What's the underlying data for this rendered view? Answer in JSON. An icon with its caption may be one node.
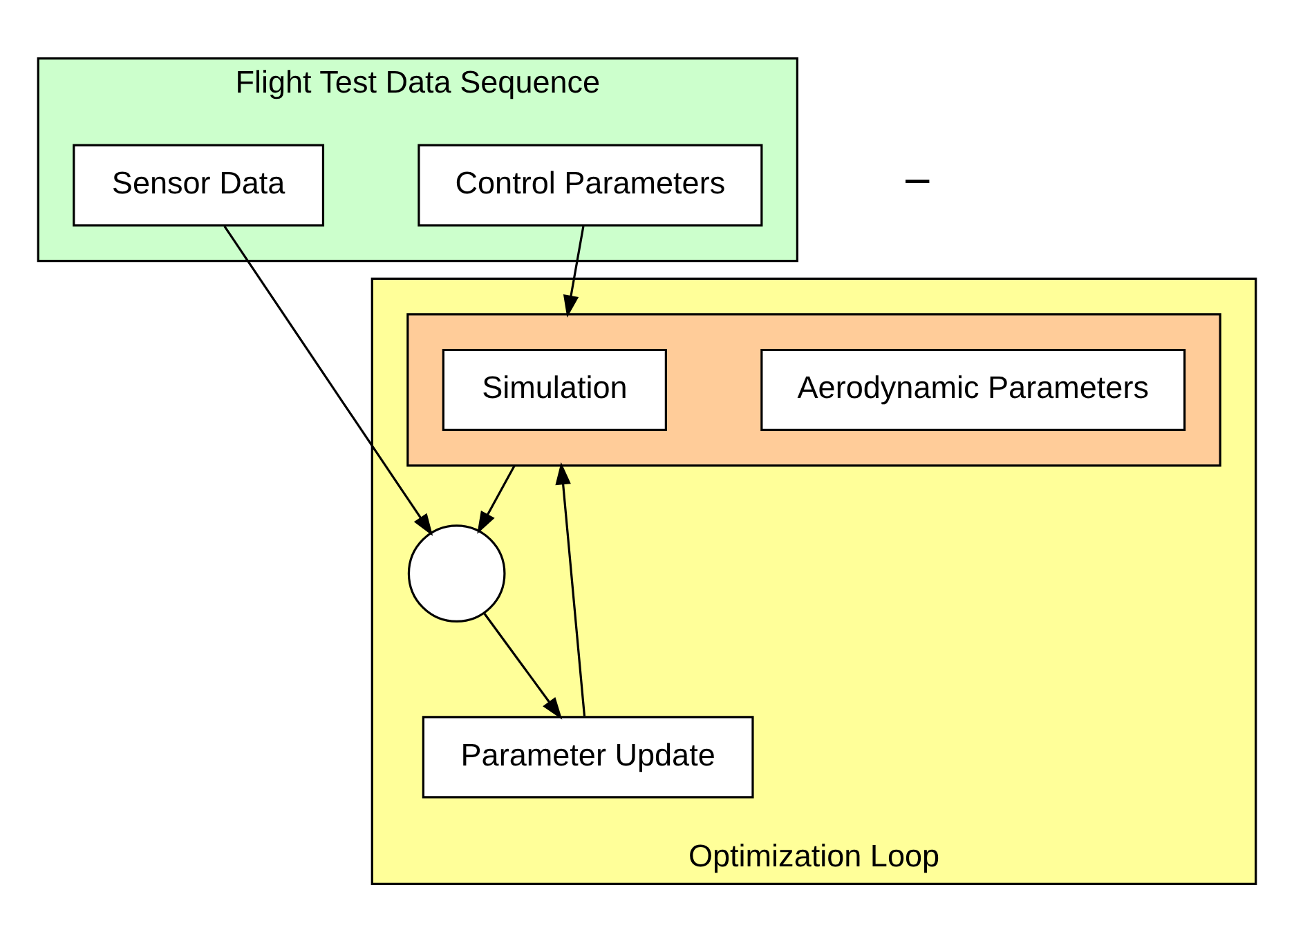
{
  "diagram": {
    "nodes": [
      {
        "text": [
          "Flight Test Data Sequence"
        ]
      },
      {
        "text": [
          "Sensor Data"
        ],
        "in": 0
      },
      {
        "text": [
          "Control Parameters"
        ],
        "in": 0
      },
      {
        "text": [
          "Optimization Loop"
        ]
      },
      {
        "text": [],
        "shape": "box",
        "in": 3
      },
      {
        "text": [
          "Aerodynamic Parameters"
        ],
        "in": 4
      },
      {
        "text": [
          "Simulation"
        ],
        "in": 4
      },
      {
        "text": [],
        "shape": "circle",
        "in": 3
      },
      {
        "text": [
          "Parameter Update"
        ],
        "in": 3
      }
    ],
    "edges": [
      {
        "from": 1,
        "to": 7,
        "arrow": "to"
      },
      {
        "from": 2,
        "to": 4,
        "arrow": "to"
      },
      {
        "from": 4,
        "to": 7,
        "arrow": "to"
      },
      {
        "from": 7,
        "to": 8,
        "arrow": "to"
      },
      {
        "from": 8,
        "to": 4,
        "arrow": "to"
      }
    ],
    "labels": [
      "−"
    ]
  }
}
